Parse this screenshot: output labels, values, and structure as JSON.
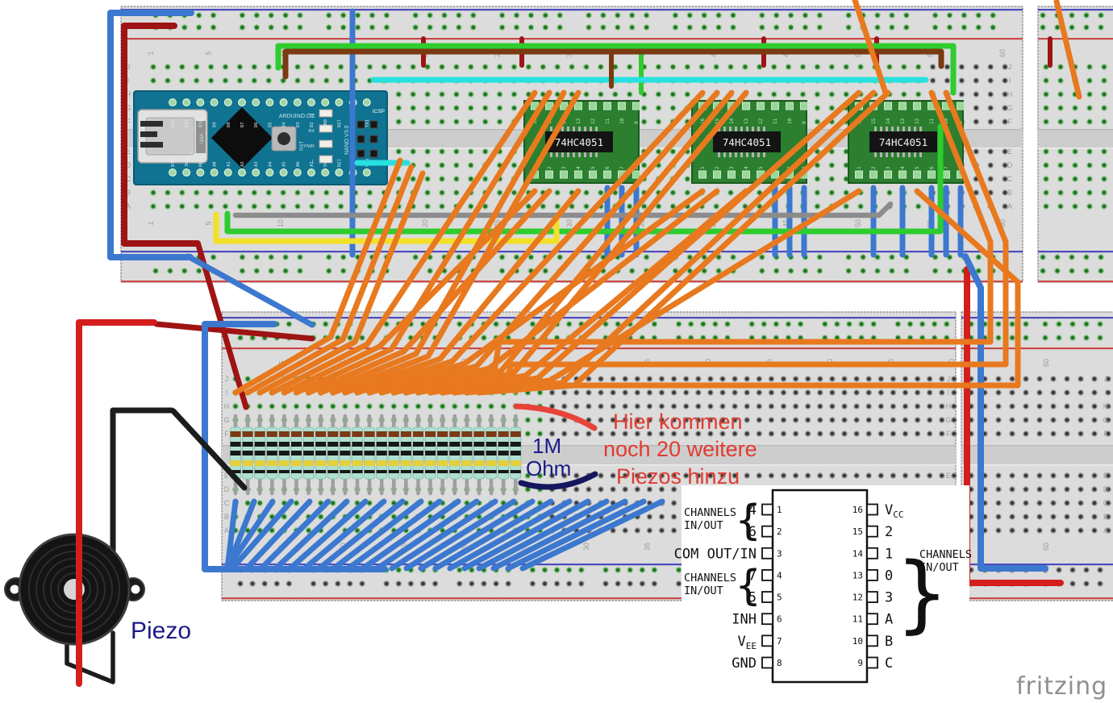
{
  "annotation": {
    "lines": [
      "Hier kommen",
      "noch 20 weitere",
      "Piezos hinzu"
    ],
    "color": "#e13b30"
  },
  "labels": {
    "resistor_value_line1": "1M",
    "resistor_value_line2": "Ohm",
    "piezo": "Piezo",
    "watermark": "fritzing"
  },
  "arduino": {
    "brand": "ARDUINO.CC",
    "model": "NANO V3.0",
    "usa": "USA",
    "year": "2009",
    "reset_label": "RST",
    "icsp_label": "ICSP",
    "leds": [
      "TX",
      "RX",
      "PWR",
      "L"
    ],
    "top_pins": [
      "D12",
      "D11",
      "D10",
      "D9",
      "D8",
      "D7",
      "D6",
      "D5",
      "D4",
      "D3",
      "D2",
      "GND",
      "RST",
      "RX0",
      "TX1"
    ],
    "bottom_pins": [
      "D13",
      "3V3",
      "REF",
      "A0",
      "A1",
      "A2",
      "A3",
      "A4",
      "A5",
      "A6",
      "A7",
      "5V",
      "RST",
      "GND",
      "VIN"
    ]
  },
  "mux_chips": {
    "count": 3,
    "label": "74HC4051",
    "top_pins": [
      "16",
      "15",
      "14",
      "13",
      "12",
      "11",
      "10",
      "9"
    ],
    "bottom_pins": [
      "1",
      "2",
      "3",
      "4",
      "5",
      "6",
      "7",
      "8"
    ]
  },
  "breadboard": {
    "row_letters_top_half": [
      "J",
      "I",
      "H",
      "G",
      "F"
    ],
    "row_letters_bottom_half": [
      "E",
      "D",
      "C",
      "B",
      "A"
    ],
    "column_numbers": [
      "1",
      "5",
      "10",
      "15",
      "20",
      "25",
      "30",
      "35",
      "40",
      "45",
      "50",
      "55",
      "60"
    ],
    "right_section_number": "60"
  },
  "pinout": {
    "left_pins": [
      {
        "num": "1",
        "label": "4"
      },
      {
        "num": "2",
        "label": "6"
      },
      {
        "num": "3",
        "label": "COM OUT/IN"
      },
      {
        "num": "4",
        "label": "7"
      },
      {
        "num": "5",
        "label": "5"
      },
      {
        "num": "6",
        "label": "INH"
      },
      {
        "num": "7",
        "label": "V",
        "sub": "EE"
      },
      {
        "num": "8",
        "label": "GND"
      }
    ],
    "right_pins": [
      {
        "num": "16",
        "label": "V",
        "sub": "CC"
      },
      {
        "num": "15",
        "label": "2"
      },
      {
        "num": "14",
        "label": "1"
      },
      {
        "num": "13",
        "label": "0"
      },
      {
        "num": "12",
        "label": "3"
      },
      {
        "num": "11",
        "label": "A"
      },
      {
        "num": "10",
        "label": "B"
      },
      {
        "num": "9",
        "label": "C"
      }
    ],
    "left_brace_top_label_line1": "CHANNELS",
    "left_brace_top_label_line2": "IN/OUT",
    "left_brace_bottom_label_line1": "CHANNELS",
    "left_brace_bottom_label_line2": "IN/OUT",
    "right_brace_label_line1": "CHANNELS",
    "right_brace_label_line2": "IN/OUT",
    "brace_open": "{",
    "brace_close": "}"
  },
  "wire_colors": {
    "orange": "#e8791f",
    "blue": "#3c78cf",
    "green": "#2ecc2e",
    "red": "#d41e1e",
    "dark_red": "#9e1414",
    "brown": "#7a3a12",
    "cyan": "#27e0e0",
    "yellow": "#f2e028",
    "gray": "#8c8c8c",
    "black": "#1c1c1c",
    "navy": "#16165e"
  }
}
